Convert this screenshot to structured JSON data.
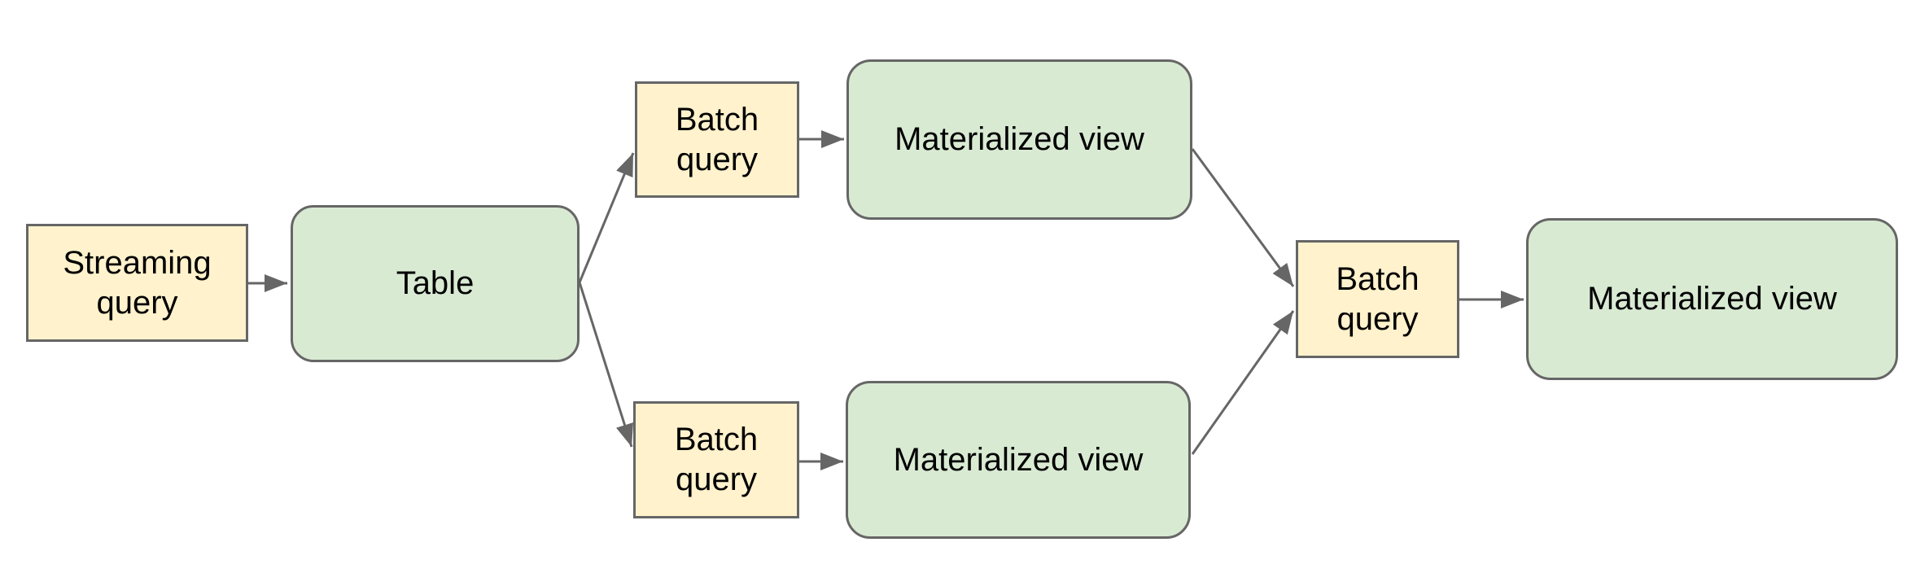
{
  "diagram": {
    "type": "flowchart",
    "background": "#ffffff",
    "colors": {
      "background": "#ffffff",
      "query_fill": "#fff2cc",
      "view_fill": "#d9ead3",
      "border": "#666666",
      "arrow": "#666666",
      "text": "#000000"
    },
    "nodes": [
      {
        "id": "streaming-query",
        "label": "Streaming query",
        "kind": "query"
      },
      {
        "id": "table",
        "label": "Table",
        "kind": "table"
      },
      {
        "id": "batch-query-top",
        "label": "Batch query",
        "kind": "query"
      },
      {
        "id": "materialized-view-top",
        "label": "Materialized view",
        "kind": "view"
      },
      {
        "id": "batch-query-bottom",
        "label": "Batch query",
        "kind": "query"
      },
      {
        "id": "materialized-view-bottom",
        "label": "Materialized view",
        "kind": "view"
      },
      {
        "id": "batch-query-right",
        "label": "Batch query",
        "kind": "query"
      },
      {
        "id": "materialized-view-right",
        "label": "Materialized view",
        "kind": "view"
      }
    ],
    "edges": [
      {
        "from": "streaming-query",
        "to": "table"
      },
      {
        "from": "table",
        "to": "batch-query-top"
      },
      {
        "from": "table",
        "to": "batch-query-bottom"
      },
      {
        "from": "batch-query-top",
        "to": "materialized-view-top"
      },
      {
        "from": "materialized-view-top",
        "to": "batch-query-right"
      },
      {
        "from": "batch-query-bottom",
        "to": "materialized-view-bottom"
      },
      {
        "from": "materialized-view-bottom",
        "to": "batch-query-right"
      },
      {
        "from": "batch-query-right",
        "to": "materialized-view-right"
      }
    ]
  }
}
